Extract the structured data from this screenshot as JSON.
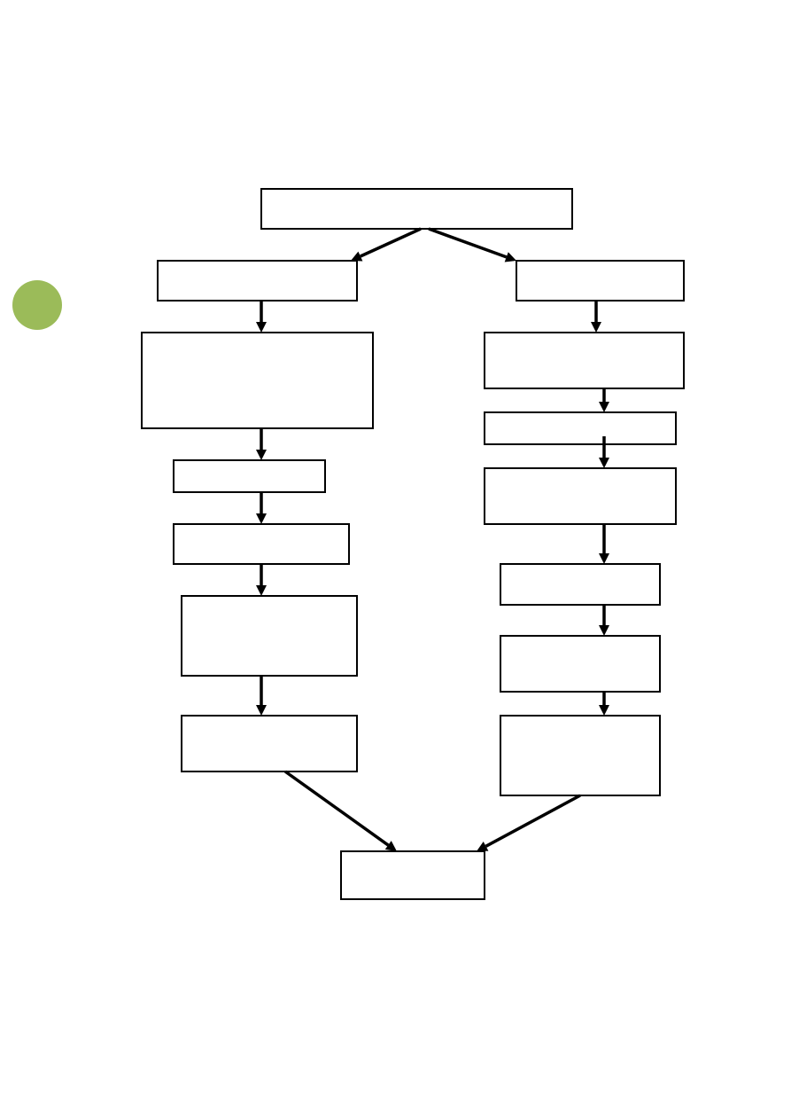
{
  "diagram": {
    "type": "flowchart",
    "decoration": {
      "circle_color": "#9BBB59"
    },
    "line_color": "#000000",
    "box_fill": "#FFFFFF",
    "nodes": {
      "start": "",
      "left_branch": "",
      "left_step_1": "",
      "left_step_2": "",
      "left_step_3": "",
      "left_step_4": "",
      "left_step_5": "",
      "right_branch": "",
      "right_step_1": "",
      "right_step_2": "",
      "right_step_3": "",
      "right_step_4": "",
      "right_step_5": "",
      "right_step_6": "",
      "end": ""
    },
    "edges": [
      [
        "start",
        "left_branch"
      ],
      [
        "start",
        "right_branch"
      ],
      [
        "left_branch",
        "left_step_1"
      ],
      [
        "left_step_1",
        "left_step_2"
      ],
      [
        "left_step_2",
        "left_step_3"
      ],
      [
        "left_step_3",
        "left_step_4"
      ],
      [
        "left_step_4",
        "left_step_5"
      ],
      [
        "left_step_5",
        "end"
      ],
      [
        "right_branch",
        "right_step_1"
      ],
      [
        "right_step_1",
        "right_step_2"
      ],
      [
        "right_step_2",
        "right_step_3"
      ],
      [
        "right_step_3",
        "right_step_4"
      ],
      [
        "right_step_4",
        "right_step_5"
      ],
      [
        "right_step_5",
        "right_step_6"
      ],
      [
        "right_step_6",
        "end"
      ]
    ]
  }
}
